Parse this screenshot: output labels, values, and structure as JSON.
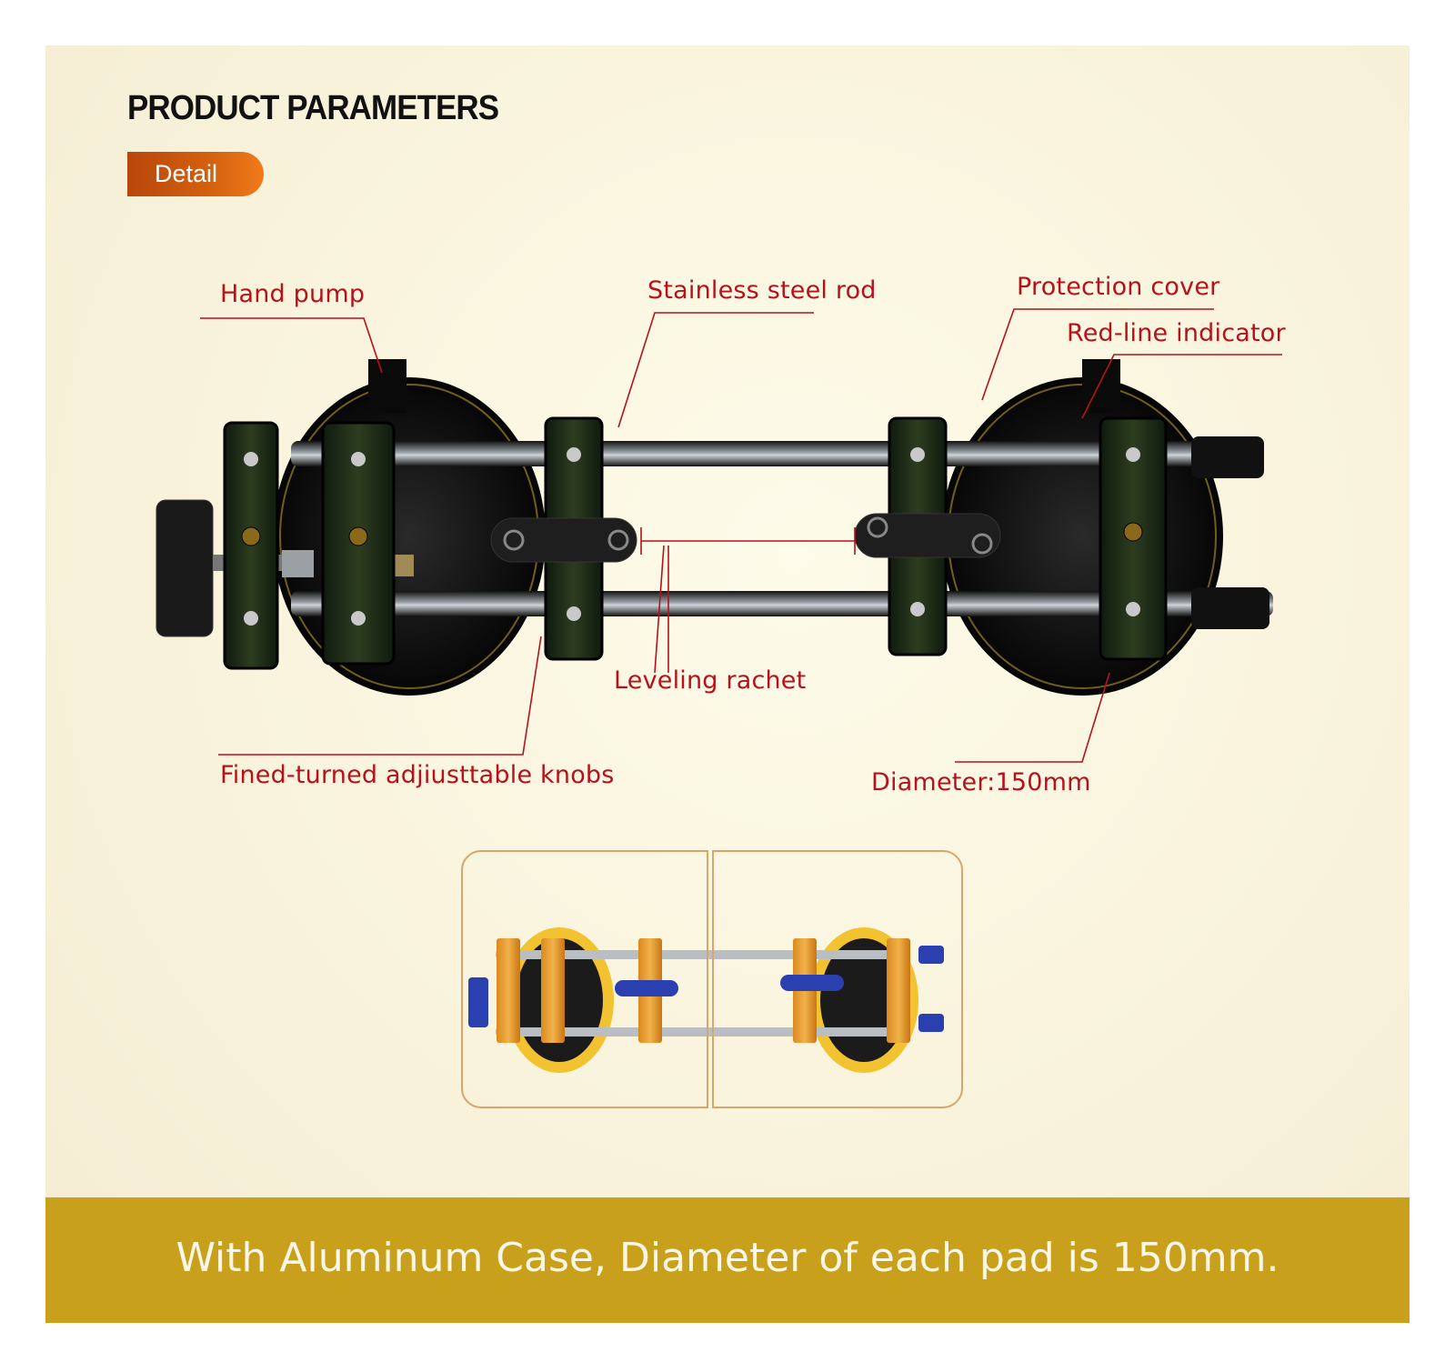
{
  "heading": "PRODUCT PARAMETERS",
  "detail_tab": "Detail",
  "labels": {
    "hand_pump": "Hand pump",
    "steel_rod": "Stainless steel rod",
    "protection_cover": "Protection cover",
    "red_line": "Red-line indicator",
    "leveling": "Leveling rachet",
    "knobs": "Fined-turned adjiusttable knobs",
    "diameter": "Diameter:150mm"
  },
  "footer": "With Aluminum Case, Diameter of each pad is 150mm.",
  "colors": {
    "accent": "#d4600f",
    "label_red": "#b5121b",
    "footer_bg": "#c9a01b",
    "case_outline": "#d9a56a"
  }
}
